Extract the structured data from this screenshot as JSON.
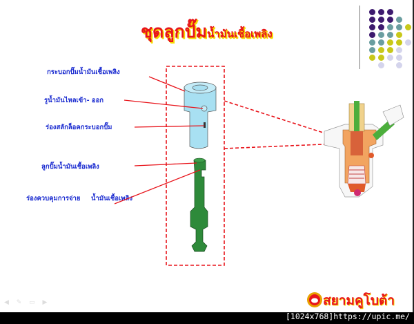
{
  "slide": {
    "title_main": "ชุดลูกปั๊ม",
    "title_sub": "น้ำมันเชื้อเพลิง",
    "labels": [
      {
        "id": "pump-barrel",
        "text": "กระบอกปั๊มน้ำมันเชื้อเพลิง"
      },
      {
        "id": "fuel-port",
        "text": "รูน้ำมันไหลเข้า- ออก"
      },
      {
        "id": "barrel-lock-groove",
        "text": "ร่องสลักล็อคกระบอกปั๊ม"
      },
      {
        "id": "plunger",
        "text": "ลูกปั๊มน้ำมันเชื้อเพลิง"
      },
      {
        "id": "control-groove",
        "text": "ร่องควบคุมการจ่าย"
      },
      {
        "id": "fuel",
        "text": "น้ำมันเชื้อเพลิง"
      }
    ],
    "brand_name": "สยามคูโบต้า",
    "nav_controls": "◀ ✎ ▭ ▶"
  },
  "decor": {
    "dot_colors": {
      "purple": "#3d1a6e",
      "teal": "#6b9ea0",
      "yellow": "#c8c81a",
      "lavender": "#d4d4ec"
    },
    "accent_red": "#e8141b"
  },
  "watermark": "[1024x768]https://upic.me/"
}
